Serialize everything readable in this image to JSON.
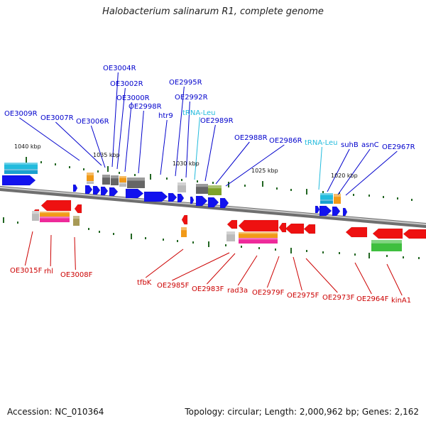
{
  "title": "Halobacterium salinarum R1, complete genome",
  "footer": {
    "accession": "Accession: NC_010364",
    "summary": "Topology: circular; Length: 2,000,962 bp; Genes: 2,162"
  },
  "colors": {
    "forward_label": "#0000cc",
    "reverse_label": "#cc0000",
    "trna_label": "#22bbdd",
    "backbone": "#8a8a8a",
    "gene_blue": "#1212ee",
    "gene_red": "#ee1111",
    "cyan": "#22bbdd",
    "orange": "#f19a18",
    "magenta": "#ee2a9a",
    "gray": "#666666",
    "light_gray": "#bbbbbb",
    "olive": "#a89a56",
    "green": "#3fbf3f",
    "tick_green": "#226622"
  },
  "scale_labels": [
    "1040 kbp",
    "1035 kbp",
    "1030 kbp",
    "1025 kbp",
    "1020 kbp"
  ],
  "top_labels": [
    {
      "text": "OE3009R",
      "kind": "forward"
    },
    {
      "text": "OE3007R",
      "kind": "forward"
    },
    {
      "text": "OE3006R",
      "kind": "forward"
    },
    {
      "text": "OE3004R",
      "kind": "forward"
    },
    {
      "text": "OE3002R",
      "kind": "forward"
    },
    {
      "text": "OE3000R",
      "kind": "forward"
    },
    {
      "text": "OE2998R",
      "kind": "forward"
    },
    {
      "text": "htr9",
      "kind": "forward"
    },
    {
      "text": "OE2995R",
      "kind": "forward"
    },
    {
      "text": "tRNA-Leu",
      "kind": "trna"
    },
    {
      "text": "OE2992R",
      "kind": "forward"
    },
    {
      "text": "OE2989R",
      "kind": "forward"
    },
    {
      "text": "OE2988R",
      "kind": "forward"
    },
    {
      "text": "OE2986R",
      "kind": "forward"
    },
    {
      "text": "tRNA-Leu",
      "kind": "trna"
    },
    {
      "text": "suhB",
      "kind": "forward"
    },
    {
      "text": "asnC",
      "kind": "forward"
    },
    {
      "text": "OE2967R",
      "kind": "forward"
    }
  ],
  "bottom_labels": [
    {
      "text": "OE3015F",
      "kind": "reverse"
    },
    {
      "text": "rhl",
      "kind": "reverse"
    },
    {
      "text": "OE3008F",
      "kind": "reverse"
    },
    {
      "text": "tfbK",
      "kind": "reverse"
    },
    {
      "text": "OE2985F",
      "kind": "reverse"
    },
    {
      "text": "OE2983F",
      "kind": "reverse"
    },
    {
      "text": "rad3a",
      "kind": "reverse"
    },
    {
      "text": "OE2979F",
      "kind": "reverse"
    },
    {
      "text": "OE2975F",
      "kind": "reverse"
    },
    {
      "text": "OE2973F",
      "kind": "reverse"
    },
    {
      "text": "OE2964F",
      "kind": "reverse"
    },
    {
      "text": "kinA1",
      "kind": "reverse"
    }
  ]
}
